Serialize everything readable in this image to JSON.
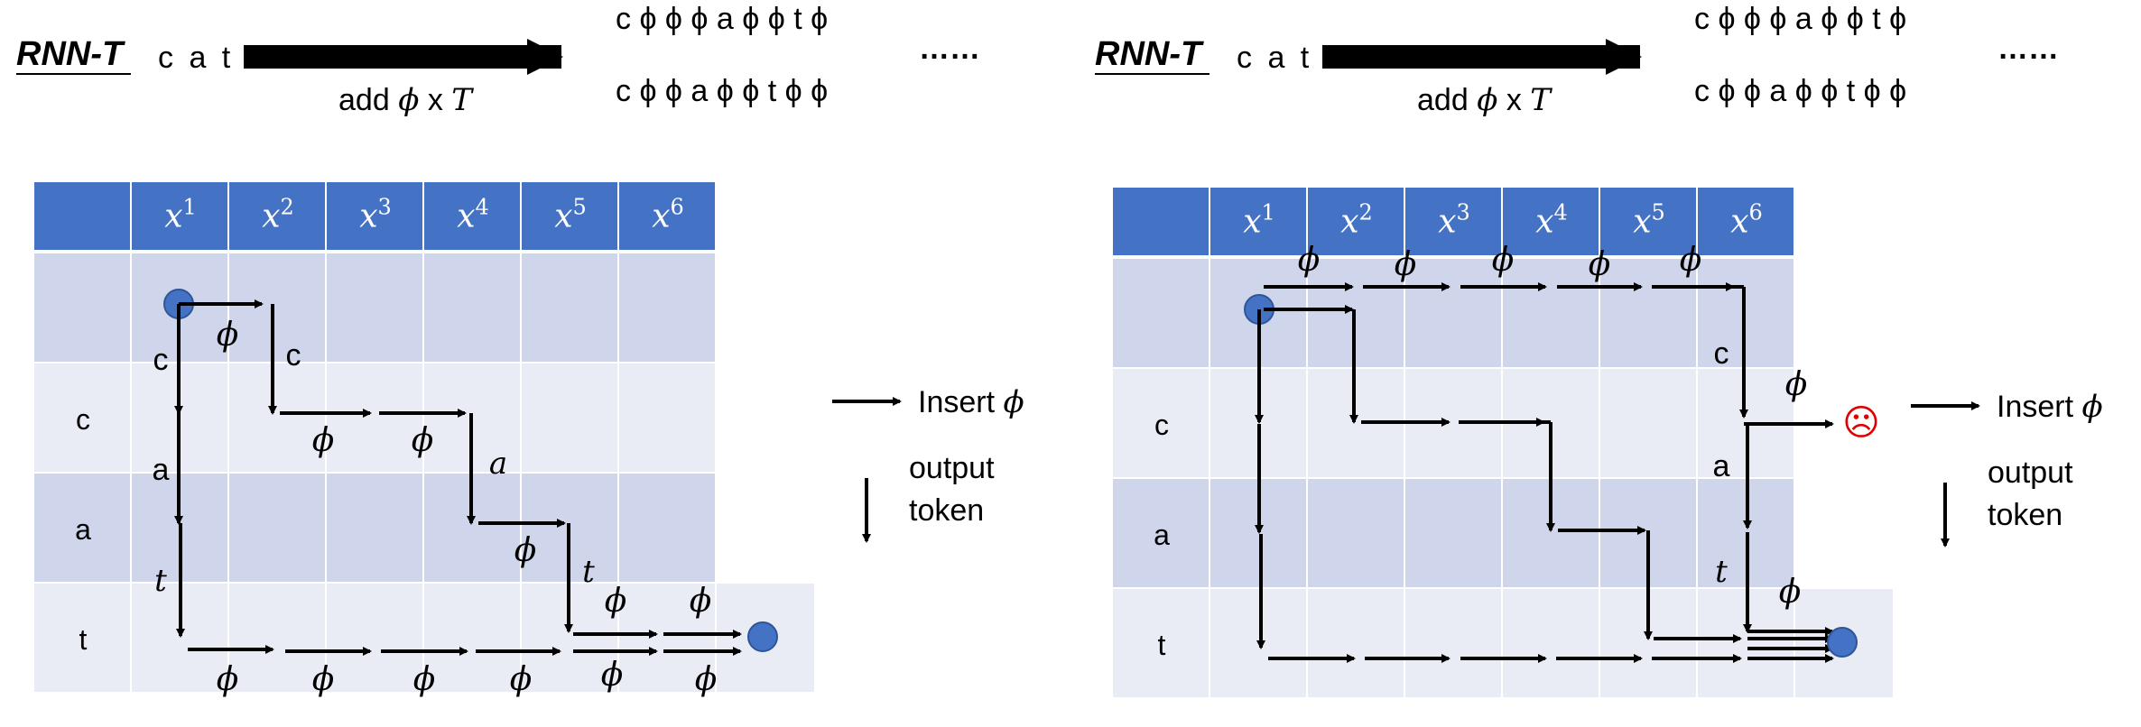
{
  "header": {
    "title": "RNN-T",
    "input_text": "c a t",
    "add_label_prefix": "add",
    "phi": "ϕ",
    "times": "x",
    "T": "T",
    "ellipsis": "……",
    "sequence_1": "c ϕ ϕ ϕ a ϕ ϕ t ϕ",
    "sequence_2": "c ϕ ϕ a ϕ ϕ t ϕ ϕ"
  },
  "grid": {
    "header_x": "x",
    "columns": [
      "1",
      "2",
      "3",
      "4",
      "5",
      "6"
    ],
    "row_labels": [
      "",
      "c",
      "a",
      "t"
    ]
  },
  "legend": {
    "insert_label": "Insert",
    "insert_symbol": "ϕ",
    "output_line1": "output",
    "output_line2": "token"
  },
  "left_path": {
    "down_tokens": [
      "c",
      "c",
      "a",
      "a",
      "t",
      "t"
    ]
  },
  "right_path": {
    "down_tokens": [
      "c",
      "a",
      "t"
    ],
    "fail_icon": "frown-icon"
  },
  "colors": {
    "header_blue": "#4472c4",
    "row_dark": "#cfd5ea",
    "row_light": "#e9ebf5",
    "dot_blue": "#4472c4",
    "fail_red": "#e00000"
  }
}
